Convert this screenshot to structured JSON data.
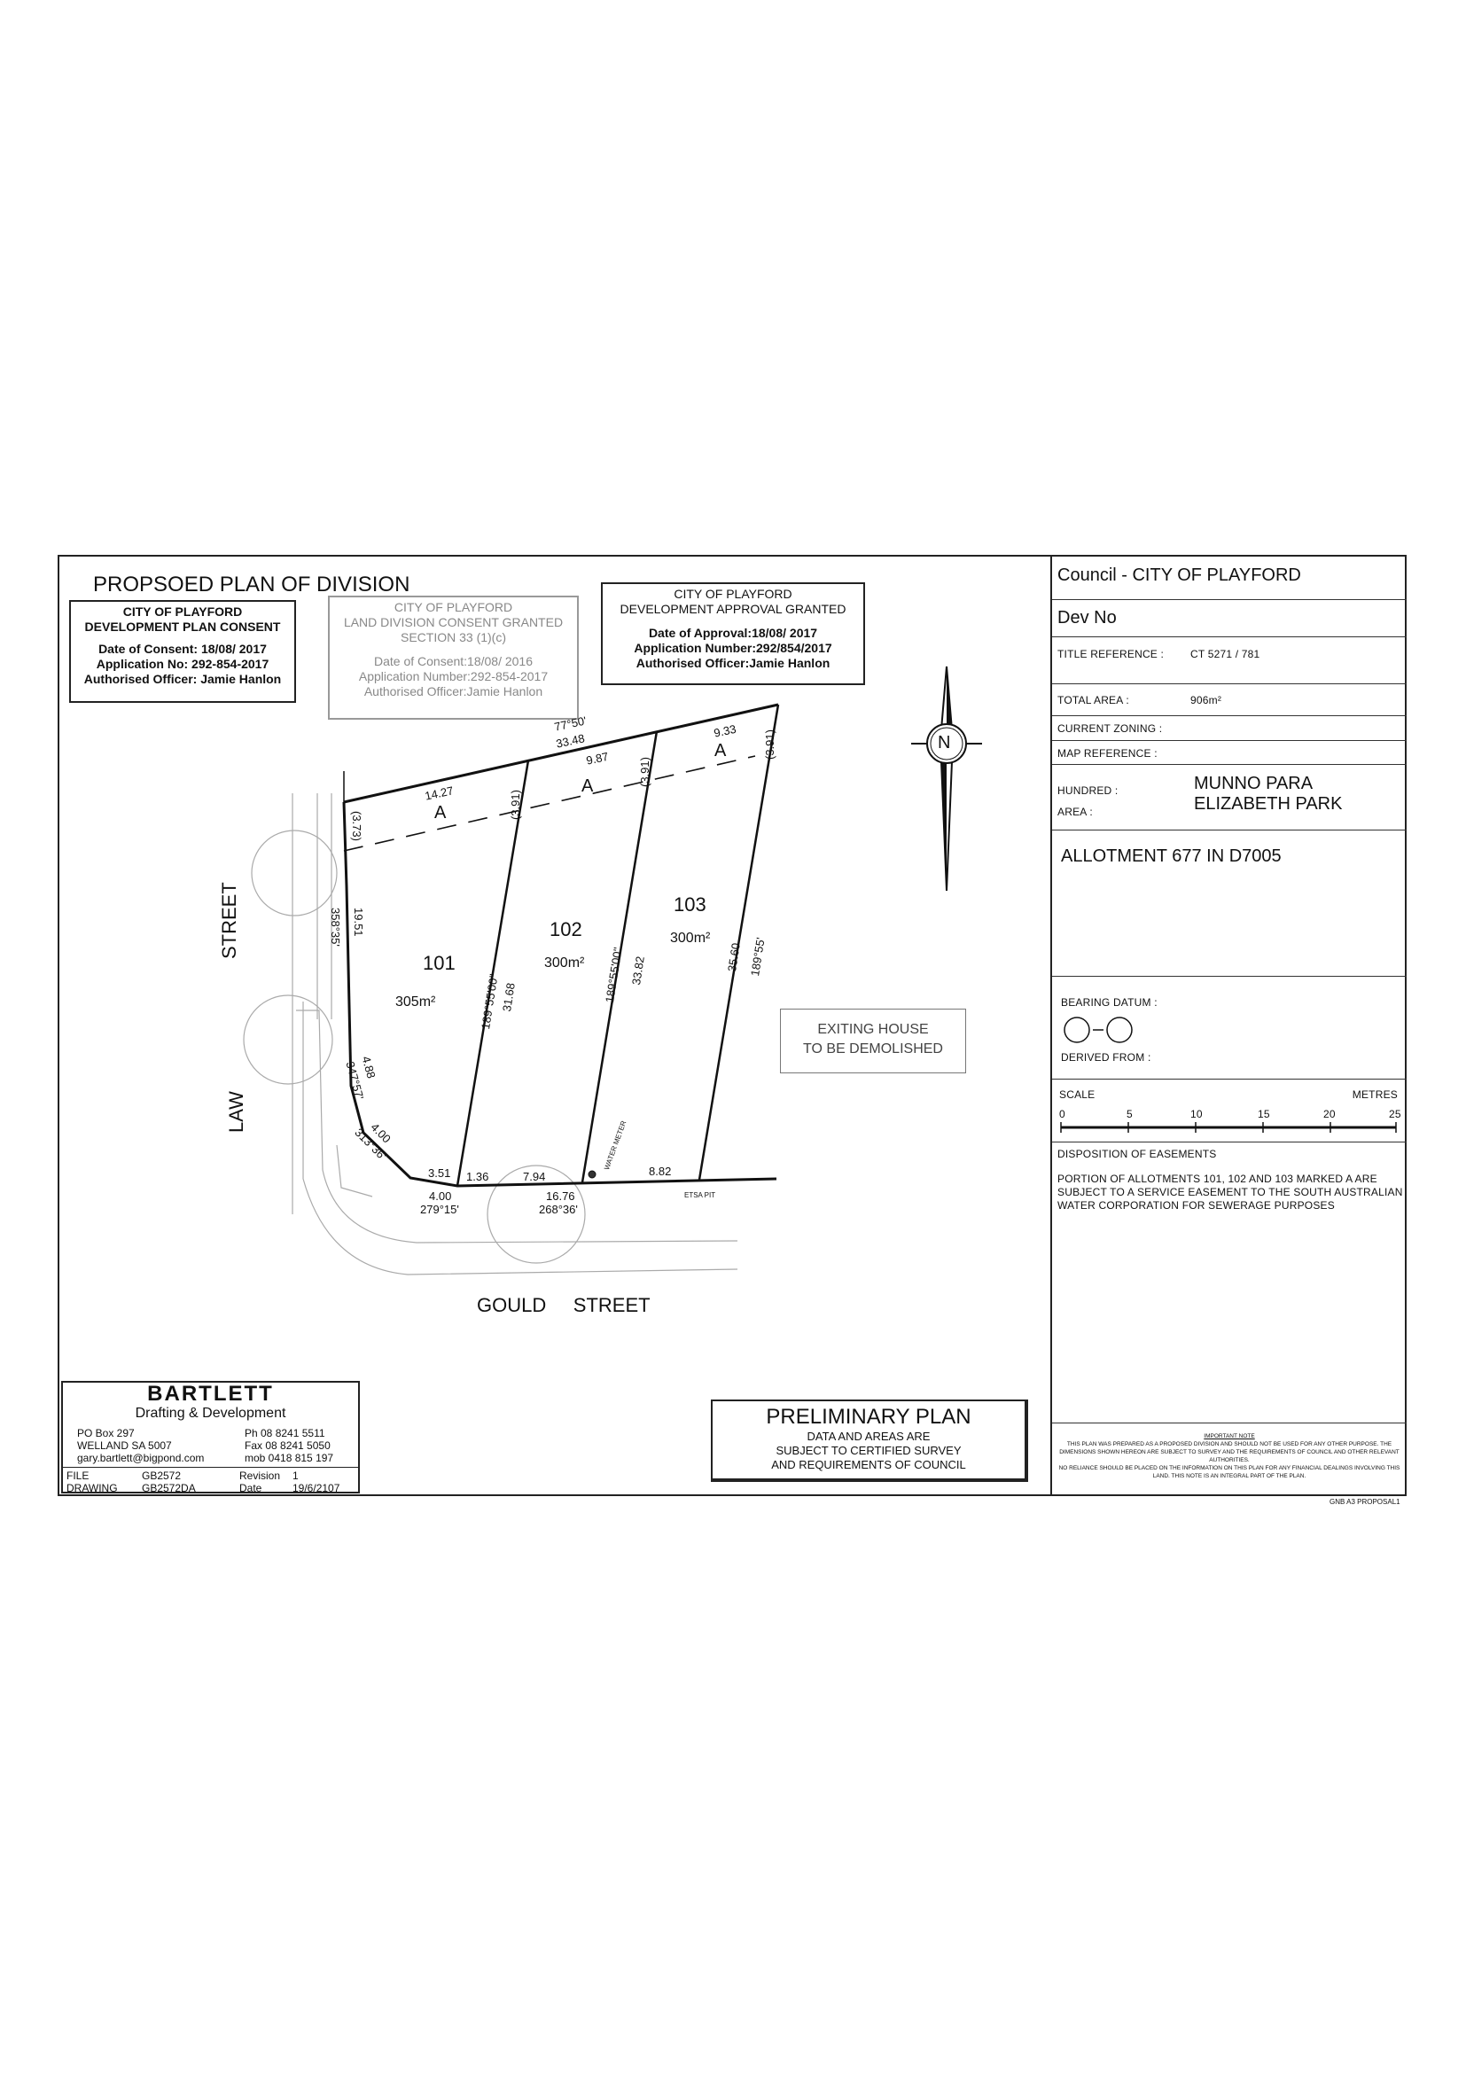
{
  "title": "PROPSOED PLAN OF DIVISION",
  "stamps": [
    {
      "lines": [
        "CITY OF PLAYFORD",
        "DEVELOPMENT PLAN CONSENT",
        "",
        "Date of Consent: 18/08/ 2017",
        "Application No: 292-854-2017",
        "Authorised Officer: Jamie Hanlon"
      ]
    },
    {
      "lines": [
        "CITY OF PLAYFORD",
        "LAND DIVISION CONSENT GRANTED",
        "SECTION 33 (1)(c)",
        "",
        "Date of Consent:18/08/ 2016",
        "Application Number:292-854-2017",
        "Authorised Officer:Jamie Hanlon"
      ]
    },
    {
      "lines": [
        "CITY OF PLAYFORD",
        "DEVELOPMENT APPROVAL GRANTED",
        "",
        "Date of Approval:18/08/ 2017",
        "Application Number:292/854/2017",
        "Authorised Officer:Jamie Hanlon"
      ]
    }
  ],
  "compass": {
    "label": "N"
  },
  "plan": {
    "lots": [
      {
        "no": "101",
        "area": "305m²"
      },
      {
        "no": "102",
        "area": "300m²"
      },
      {
        "no": "103",
        "area": "300m²"
      }
    ],
    "easement_label": "A",
    "dims": {
      "top_bearing": "77°50'",
      "top_length": "33.48",
      "t101": "14.27",
      "t102": "9.87",
      "t103": "9.33",
      "w391": "(3.91)",
      "w373": "(3.73)",
      "left_len": "19.51",
      "left_brg": "358°35'",
      "b1_brg": "189°55'00\"",
      "b1_len": "31.68",
      "b2_brg": "189°55'00\"",
      "b2_len": "33.82",
      "b3_len": "35.60",
      "b3_brg": "189°55'",
      "c1_len": "4.88",
      "c1_brg": "347°57'",
      "c2_len": "4.00",
      "c2_brg": "313°36'",
      "f1": "3.51",
      "f2": "1.36",
      "f3": "7.94",
      "f4": "8.82",
      "r1_len": "4.00",
      "r1_brg": "279°15'",
      "r2_len": "16.76",
      "r2_brg": "268°36'",
      "water_meter": "WATER METER",
      "etsa_pit": "ETSA PIT"
    },
    "house_note": [
      "EXITING HOUSE",
      "TO BE DEMOLISHED"
    ],
    "streets": {
      "law": "LAW",
      "street_v": "STREET",
      "gould": "GOULD     STREET"
    }
  },
  "panel": {
    "council": "Council -  CITY OF PLAYFORD",
    "dev_no": "Dev No",
    "title_ref_label": "TITLE REFERENCE :",
    "title_ref": "CT 5271 / 781",
    "total_area_label": "TOTAL AREA :",
    "total_area": "906m²",
    "zoning_label": "CURRENT ZONING :",
    "map_ref_label": "MAP REFERENCE :",
    "hundred_label": "HUNDRED :",
    "hundred": "MUNNO PARA",
    "area_label": "AREA :",
    "area": "ELIZABETH PARK",
    "allotment": "ALLOTMENT 677 IN D7005",
    "bearing_label": "BEARING DATUM :",
    "derived_label": "DERIVED FROM :",
    "scale_label": "SCALE",
    "scale_unit": "METRES",
    "scale_ticks": [
      "0",
      "5",
      "10",
      "15",
      "20",
      "25"
    ],
    "disposition_label": "DISPOSITION OF EASEMENTS",
    "disposition": "PORTION OF ALLOTMENTS 101, 102 AND 103 MARKED A ARE SUBJECT TO A SERVICE EASEMENT TO THE SOUTH AUSTRALIAN WATER CORPORATION FOR SEWERAGE PURPOSES",
    "note_title": "IMPORTANT NOTE",
    "note": "THIS PLAN WAS PREPARED AS A PROPOSED DIVISION AND SHOULD NOT BE USED FOR ANY OTHER PURPOSE. THE DIMENSIONS SHOWN HEREON ARE SUBJECT TO SURVEY AND THE REQUIREMENTS OF COUNCIL AND OTHER RELEVANT AUTHORITIES.",
    "note2": "NO RELIANCE SHOULD BE PLACED ON THE INFORMATION ON THIS PLAN FOR ANY FINANCIAL DEALINGS INVOLVING THIS LAND. THIS NOTE IS AN INTEGRAL PART OF THE PLAN."
  },
  "bartlett": {
    "name": "BARTLETT",
    "sub": "Drafting & Development",
    "po": "PO Box 297",
    "town": "WELLAND SA 5007",
    "email": "gary.bartlett@bigpond.com",
    "ph": "Ph 08 8241 5511",
    "fax": "Fax 08 8241 5050",
    "mob": "mob 0418 815 197",
    "file_label": "FILE",
    "file": "GB2572",
    "rev_label": "Revision",
    "rev": "1",
    "drawing_label": "DRAWING",
    "drawing": "GB2572DA",
    "date_label": "Date",
    "date": "19/6/2107"
  },
  "preliminary": {
    "title": "PRELIMINARY PLAN",
    "lines": [
      "DATA AND AREAS ARE",
      "SUBJECT TO CERTIFIED SURVEY",
      "AND REQUIREMENTS OF COUNCIL"
    ]
  },
  "footer_code": "GNB A3 PROPOSAL1"
}
